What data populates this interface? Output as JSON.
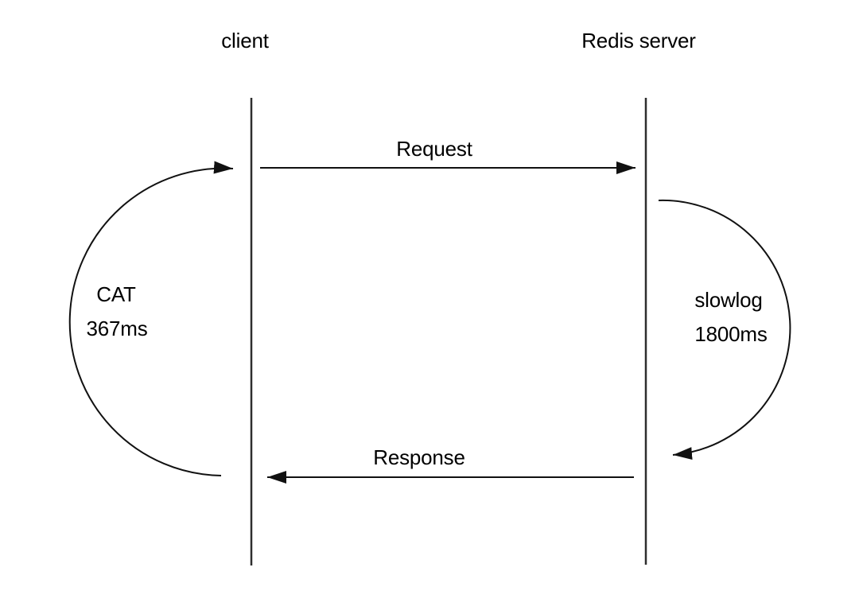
{
  "diagram": {
    "actors": [
      {
        "id": "client",
        "label": "client"
      },
      {
        "id": "redis-server",
        "label": "Redis server"
      }
    ],
    "messages": [
      {
        "id": "request",
        "label": "Request",
        "from": "client",
        "to": "redis-server",
        "direction": "right"
      },
      {
        "id": "response",
        "label": "Response",
        "from": "redis-server",
        "to": "client",
        "direction": "left"
      }
    ],
    "annotations": [
      {
        "id": "client-roundtrip",
        "side": "left",
        "name": "CAT",
        "duration": "367ms"
      },
      {
        "id": "server-processing",
        "side": "right",
        "name": "slowlog",
        "duration": "1800ms"
      }
    ],
    "colors": {
      "stroke": "#1a1a1a",
      "lifeline": "#2e2e2e",
      "background": "#ffffff",
      "text": "#000000"
    }
  }
}
